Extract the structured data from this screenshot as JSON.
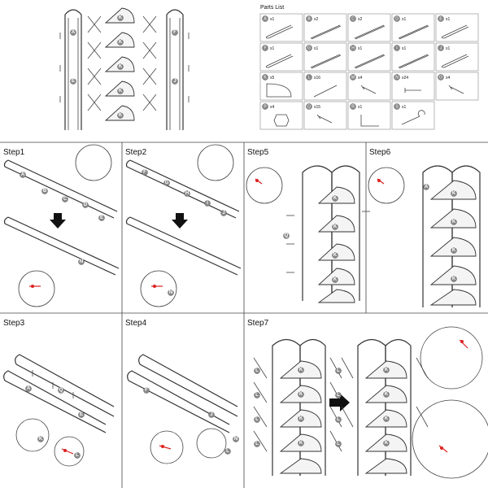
{
  "parts_list": {
    "title": "Parts List",
    "items": [
      {
        "letter": "A",
        "qty": "x1"
      },
      {
        "letter": "B",
        "qty": "x2"
      },
      {
        "letter": "C",
        "qty": "x2"
      },
      {
        "letter": "D",
        "qty": "x1"
      },
      {
        "letter": "E",
        "qty": "x1"
      },
      {
        "letter": "F",
        "qty": "x1"
      },
      {
        "letter": "G",
        "qty": "x1"
      },
      {
        "letter": "H",
        "qty": "x1"
      },
      {
        "letter": "I",
        "qty": "x1"
      },
      {
        "letter": "J",
        "qty": "x1"
      },
      {
        "letter": "K",
        "qty": "x5"
      },
      {
        "letter": "L",
        "qty": "x16"
      },
      {
        "letter": "M",
        "qty": "x4"
      },
      {
        "letter": "N",
        "qty": "x24"
      },
      {
        "letter": "O",
        "qty": "x4"
      },
      {
        "letter": "P",
        "qty": "x4"
      },
      {
        "letter": "Q",
        "qty": "x15"
      },
      {
        "letter": "R",
        "qty": "x1"
      },
      {
        "letter": "S",
        "qty": "x1"
      }
    ]
  },
  "steps": [
    {
      "id": "step1",
      "label": "Step1"
    },
    {
      "id": "step2",
      "label": "Step2"
    },
    {
      "id": "step5",
      "label": "Step5"
    },
    {
      "id": "step6",
      "label": "Step6"
    },
    {
      "id": "step3",
      "label": "Step3"
    },
    {
      "id": "step4",
      "label": "Step4"
    },
    {
      "id": "step7",
      "label": "Step7"
    }
  ]
}
